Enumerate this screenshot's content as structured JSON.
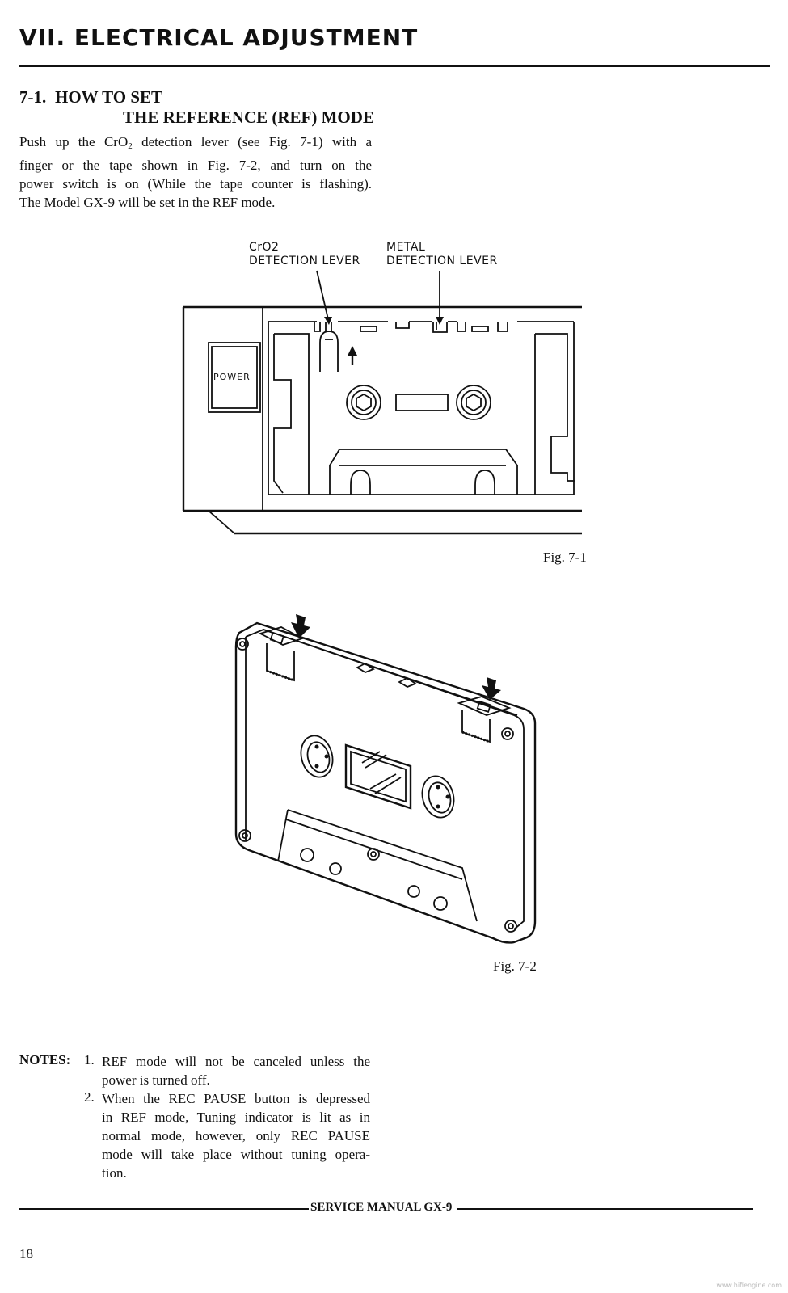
{
  "header": {
    "chapter_title": "VII. ELECTRICAL ADJUSTMENT"
  },
  "section": {
    "number": "7-1.",
    "title_line1": "HOW TO SET",
    "title_line2": "THE REFERENCE (REF) MODE",
    "body_lines": [
      [
        "Push up the CrO",
        "2",
        " detection lever (see Fig. 7-1) with a"
      ],
      [
        "finger or the tape shown in Fig. 7-2, and turn on the"
      ],
      [
        "power switch is on (While the tape counter is flashing)."
      ],
      [
        "The Model GX-9 will be set in the REF mode."
      ]
    ]
  },
  "figure1": {
    "label_cro2_line1": "CrO2",
    "label_cro2_line2": "DETECTION LEVER",
    "label_metal_line1": "METAL",
    "label_metal_line2": "DETECTION LEVER",
    "power_label": "POWER",
    "caption": "Fig. 7-1",
    "icon": "cassette-deck-diagram"
  },
  "figure2": {
    "caption": "Fig. 7-2",
    "icon": "cassette-tape-diagram"
  },
  "notes": {
    "heading": "NOTES:",
    "items": [
      {
        "num": "1.",
        "lines": [
          "REF mode will not be canceled unless the",
          "power is turned off."
        ]
      },
      {
        "num": "2.",
        "lines": [
          "When the REC PAUSE button is depressed",
          "in REF mode, Tuning indicator is lit as in",
          "normal mode, however, only REC PAUSE",
          "mode will take place without tuning opera-",
          "tion."
        ]
      }
    ]
  },
  "footer": {
    "manual_title": "SERVICE MANUAL GX-9",
    "page_number": "18",
    "watermark": "www.hifiengine.com"
  }
}
